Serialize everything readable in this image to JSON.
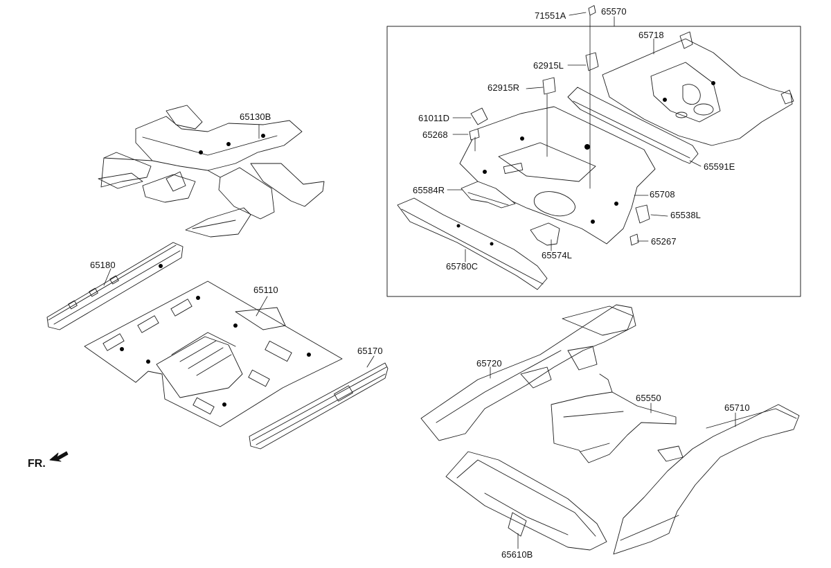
{
  "diagram": {
    "front_indicator": "FR.",
    "group_box_label": "65570",
    "labels": {
      "p71551A": "71551A",
      "p65570": "65570",
      "p65718": "65718",
      "p62915L": "62915L",
      "p62915R": "62915R",
      "p61011D": "61011D",
      "p65268": "65268",
      "p65591E": "65591E",
      "p65708": "65708",
      "p65584R": "65584R",
      "p65538L": "65538L",
      "p65267": "65267",
      "p65574L": "65574L",
      "p65780C": "65780C",
      "p65130B": "65130B",
      "p65180": "65180",
      "p65110": "65110",
      "p65170": "65170",
      "p65720": "65720",
      "p65550": "65550",
      "p65710": "65710",
      "p65610B": "65610B"
    }
  }
}
